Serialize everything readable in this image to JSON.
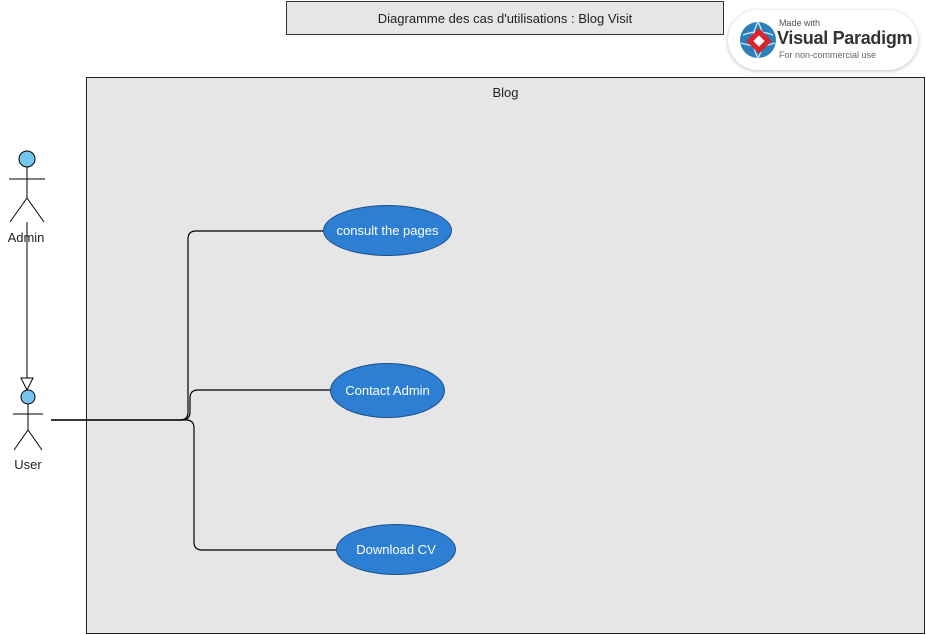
{
  "diagram": {
    "title": "Diagramme des cas d'utilisations : Blog Visit",
    "system_boundary": {
      "label": "Blog"
    },
    "actors": [
      {
        "id": "admin",
        "label": "Admin"
      },
      {
        "id": "user",
        "label": "User"
      }
    ],
    "use_cases": [
      {
        "id": "consult",
        "label": "consult the pages"
      },
      {
        "id": "contact",
        "label": "Contact Admin"
      },
      {
        "id": "download",
        "label": "Download CV"
      }
    ],
    "relationships": [
      {
        "type": "generalization",
        "from": "admin",
        "to": "user"
      },
      {
        "type": "association",
        "from": "user",
        "to": "consult"
      },
      {
        "type": "association",
        "from": "user",
        "to": "contact"
      },
      {
        "type": "association",
        "from": "user",
        "to": "download"
      }
    ],
    "colors": {
      "use_case_fill": "#2d7fd3",
      "actor_head_fill": "#74c6ec",
      "boundary_fill": "#e6e6e6"
    }
  },
  "watermark": {
    "line1": "Made with",
    "brand": "Visual Paradigm",
    "line3": "For non-commercial use"
  }
}
